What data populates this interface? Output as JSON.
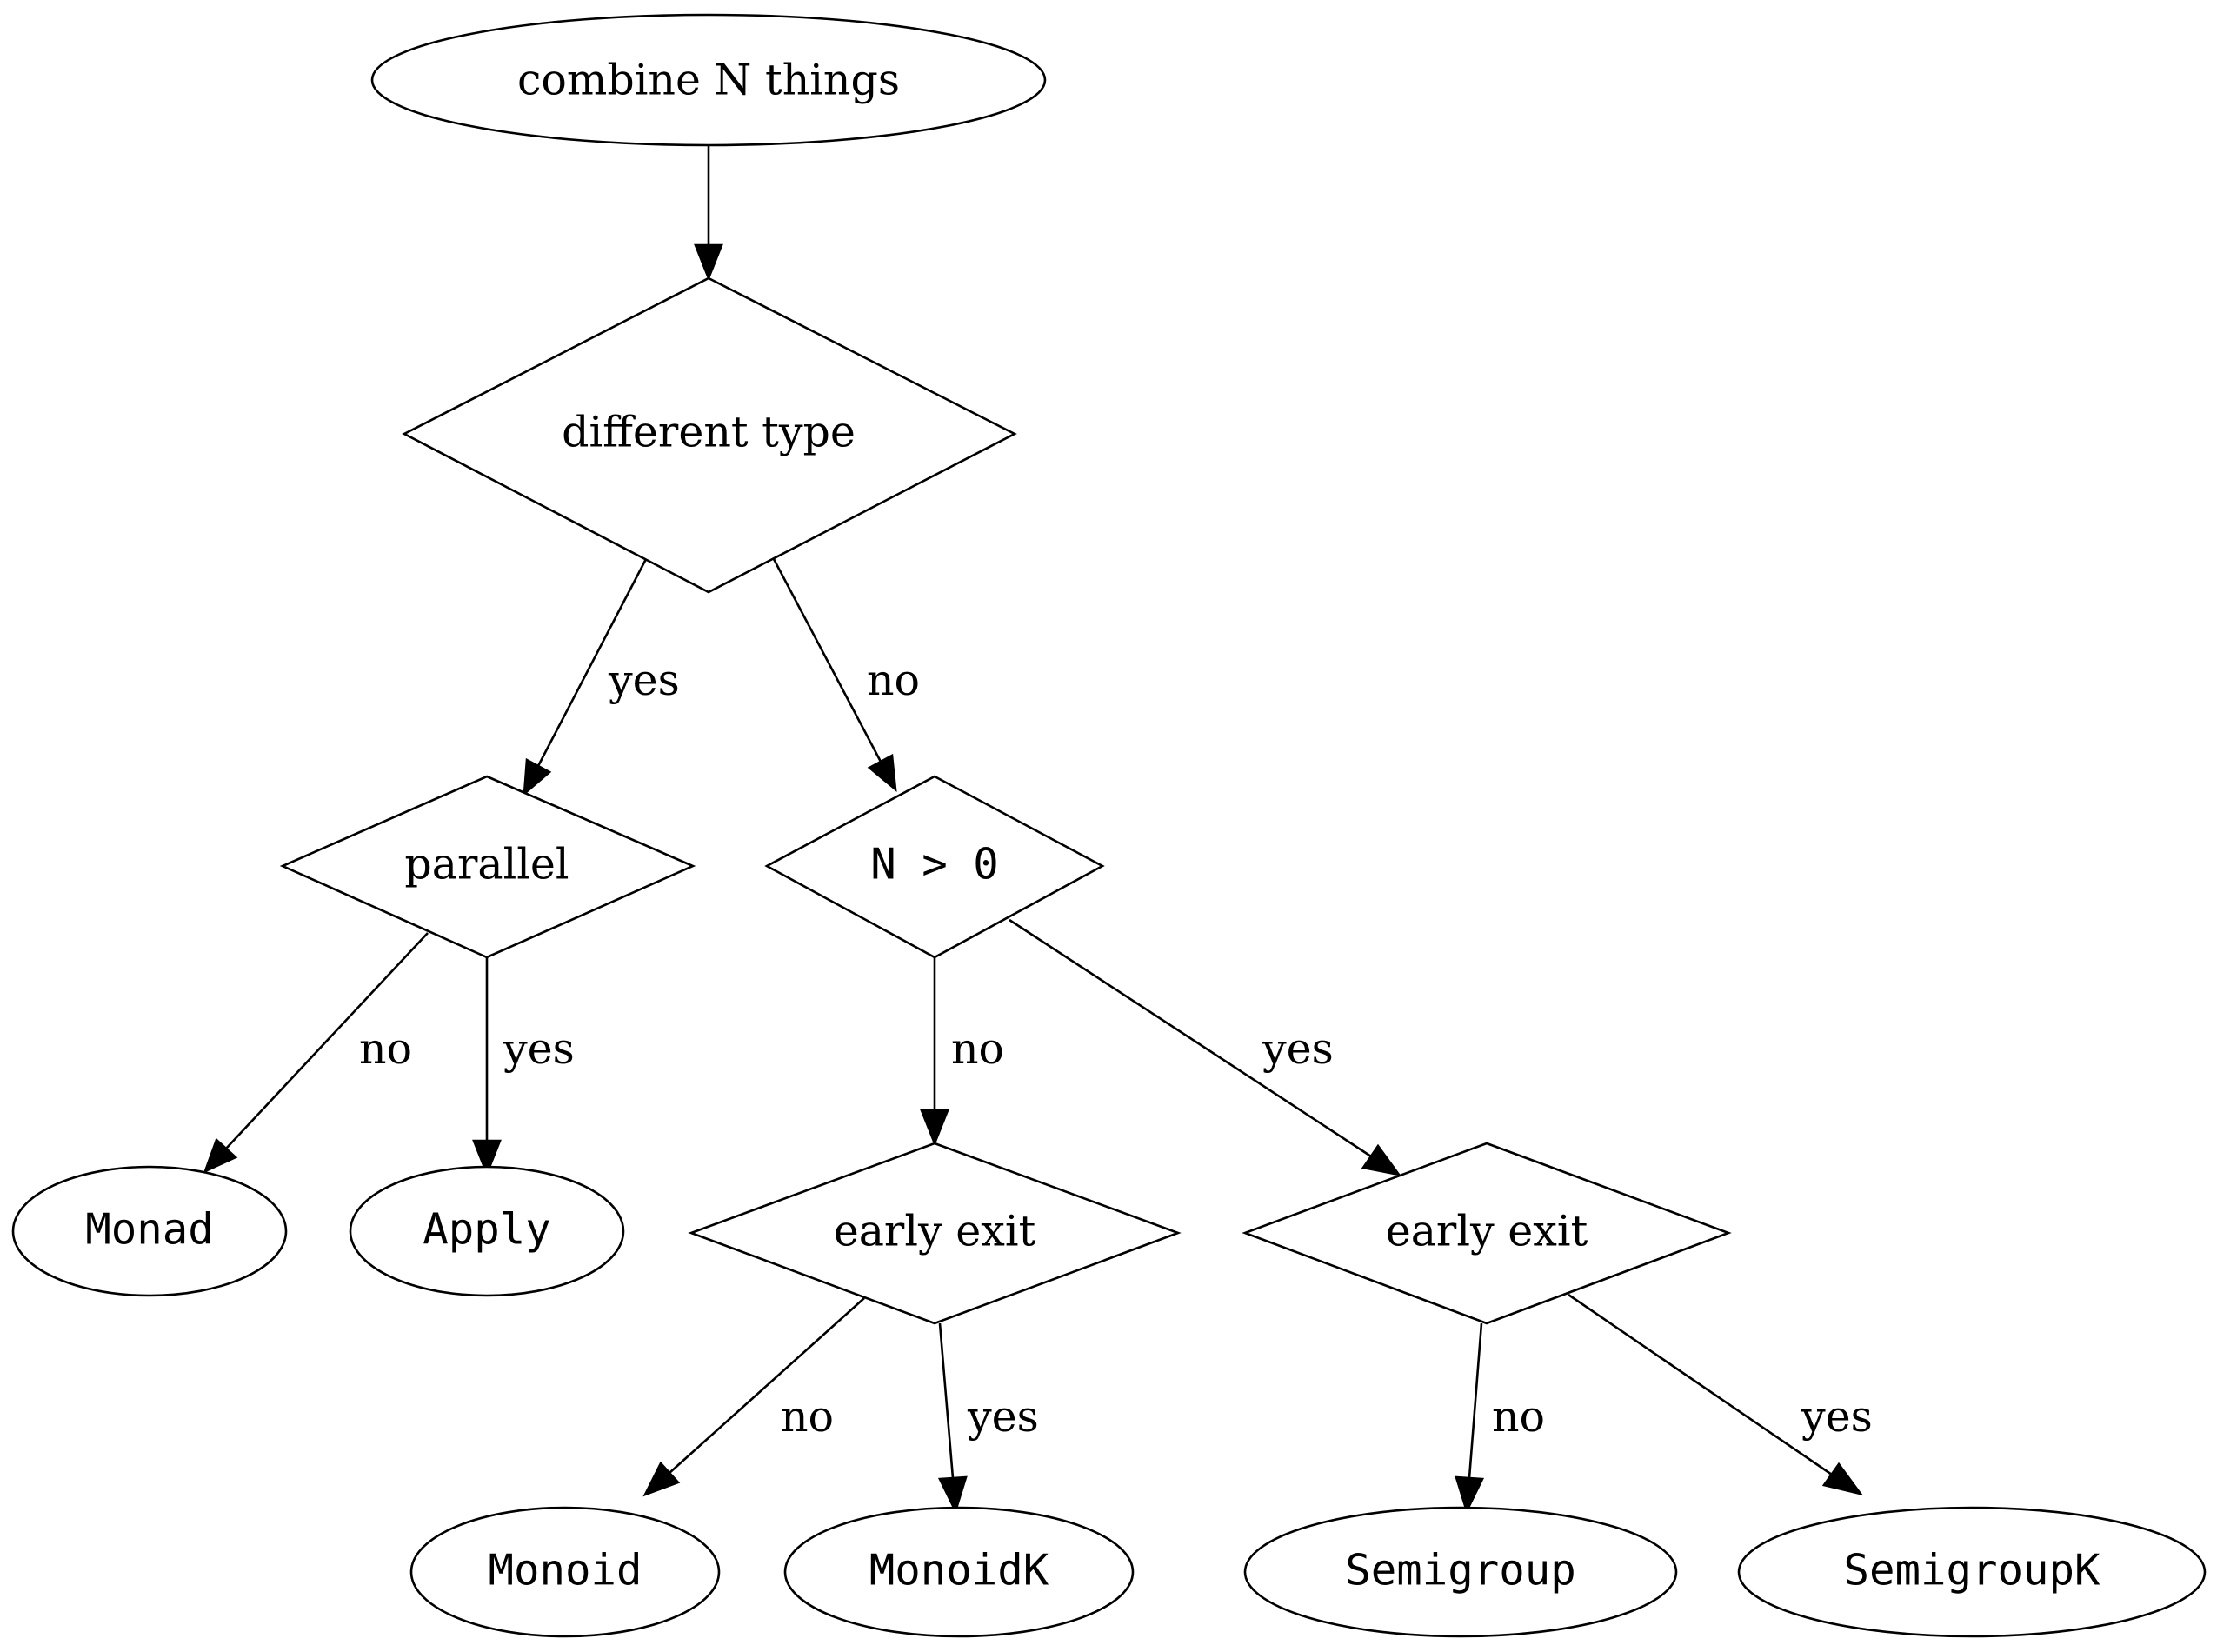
{
  "nodes": {
    "root": "combine N things",
    "different_type": "different type",
    "parallel": "parallel",
    "n_gt_zero": "N > 0",
    "monad": "Monad",
    "apply": "Apply",
    "early_exit_left": "early exit",
    "early_exit_right": "early exit",
    "monoid": "Monoid",
    "monoidk": "MonoidK",
    "semigroup": "Semigroup",
    "semigroupk": "SemigroupK"
  },
  "edges": {
    "different_type_to_parallel": "yes",
    "different_type_to_n_gt_zero": "no",
    "parallel_to_monad": "no",
    "parallel_to_apply": "yes",
    "n_gt_zero_to_early_exit_left": "no",
    "n_gt_zero_to_early_exit_right": "yes",
    "early_exit_left_to_monoid": "no",
    "early_exit_left_to_monoidk": "yes",
    "early_exit_right_to_semigroup": "no",
    "early_exit_right_to_semigroupk": "yes"
  }
}
